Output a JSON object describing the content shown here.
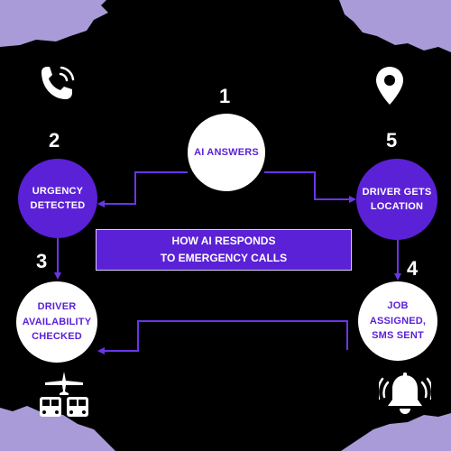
{
  "colors": {
    "accent": "#5b21d6",
    "background": "#000000",
    "torn_paper": "#a99bd8",
    "node_white": "#ffffff"
  },
  "banner": {
    "line1": "HOW AI RESPONDS",
    "line2": "TO EMERGENCY CALLS"
  },
  "steps": [
    {
      "number": "1",
      "label": "AI ANSWERS"
    },
    {
      "number": "2",
      "label": "URGENCY\nDETECTED"
    },
    {
      "number": "3",
      "label": "DRIVER\nAVAILABILITY\nCHECKED"
    },
    {
      "number": "4",
      "label": "JOB\nASSIGNED,\nSMS SENT"
    },
    {
      "number": "5",
      "label": "DRIVER GETS\nLOCATION"
    }
  ],
  "icons": [
    "phone-icon",
    "location-pin-icon",
    "vehicles-icon",
    "ringing-bell-icon"
  ]
}
